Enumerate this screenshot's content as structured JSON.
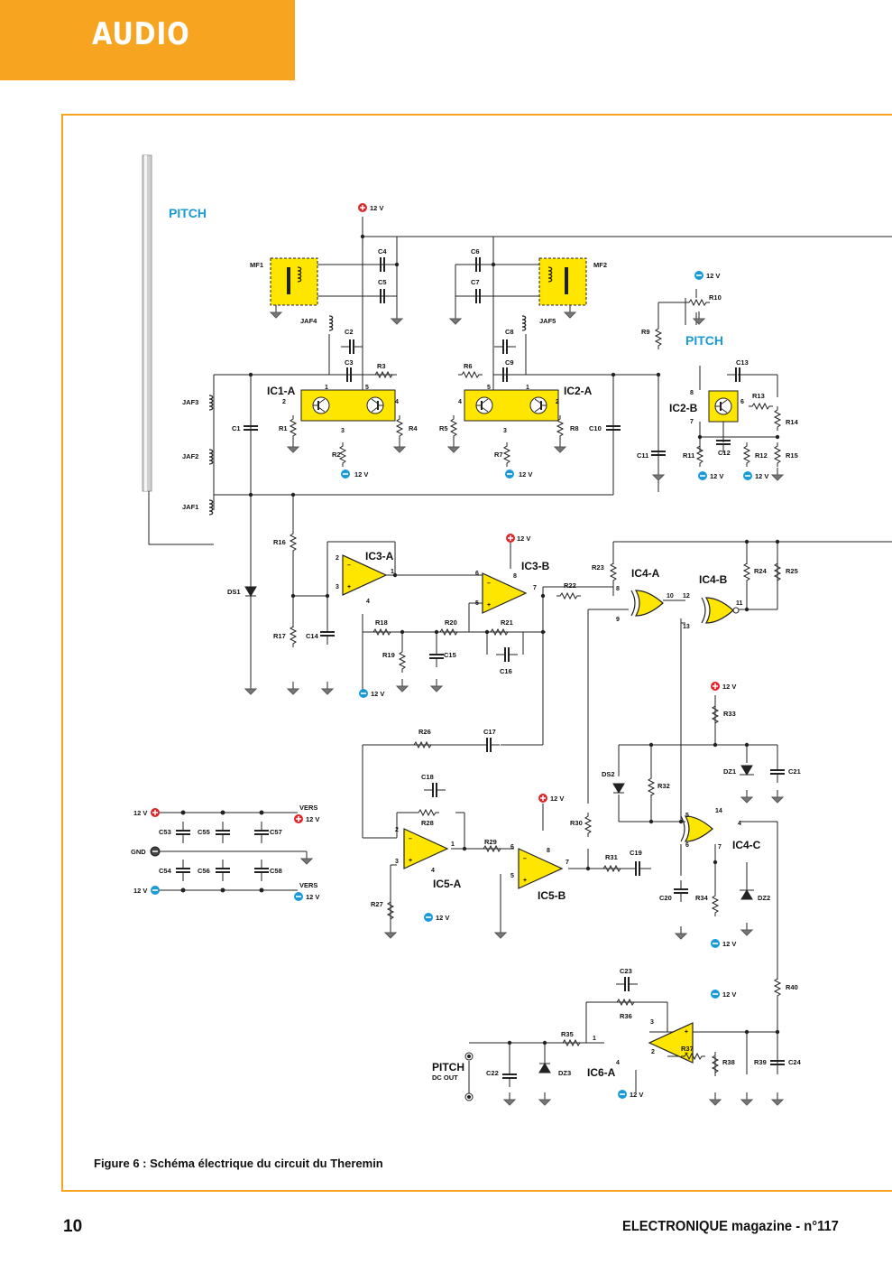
{
  "section": "AUDIO",
  "caption": "Figure 6 : Schéma électrique du circuit du Theremin",
  "page_number": "10",
  "magazine": "ELECTRONIQUE magazine - n°117",
  "colors": {
    "accent": "#f7a520",
    "ic_fill": "#ffe600",
    "blue_label": "#1a9ad6",
    "plus_rail": "#e0262a",
    "minus_rail": "#1a9ad6"
  },
  "labels": {
    "pitch": "PITCH",
    "v12": "12 V",
    "gnd": "GND",
    "vers": "VERS",
    "pitch_dc": "PITCH",
    "dc_out": "DC OUT",
    "ic1a": "IC1-A",
    "ic2a": "IC2-A",
    "ic2b": "IC2-B",
    "ic3a": "IC3-A",
    "ic3b": "IC3-B",
    "ic4a": "IC4-A",
    "ic4b": "IC4-B",
    "ic4c": "IC4-C",
    "ic5a": "IC5-A",
    "ic5b": "IC5-B",
    "ic6a": "IC6-A"
  },
  "components": {
    "mf1": "MF1",
    "mf2": "MF2",
    "jaf1": "JAF1",
    "jaf2": "JAF2",
    "jaf3": "JAF3",
    "jaf4": "JAF4",
    "jaf5": "JAF5",
    "c1": "C1",
    "c2": "C2",
    "c3": "C3",
    "c4": "C4",
    "c5": "C5",
    "c6": "C6",
    "c7": "C7",
    "c8": "C8",
    "c9": "C9",
    "c10": "C10",
    "c11": "C11",
    "c12": "C12",
    "c13": "C13",
    "c14": "C14",
    "c15": "C15",
    "c16": "C16",
    "c17": "C17",
    "c18": "C18",
    "c19": "C19",
    "c20": "C20",
    "c21": "C21",
    "c22": "C22",
    "c23": "C23",
    "c24": "C24",
    "c53": "C53",
    "c54": "C54",
    "c55": "C55",
    "c56": "C56",
    "c57": "C57",
    "c58": "C58",
    "r1": "R1",
    "r2": "R2",
    "r3": "R3",
    "r4": "R4",
    "r5": "R5",
    "r6": "R6",
    "r7": "R7",
    "r8": "R8",
    "r9": "R9",
    "r10": "R10",
    "r11": "R11",
    "r12": "R12",
    "r13": "R13",
    "r14": "R14",
    "r15": "R15",
    "r16": "R16",
    "r17": "R17",
    "r18": "R18",
    "r19": "R19",
    "r20": "R20",
    "r21": "R21",
    "r22": "R22",
    "r23": "R23",
    "r24": "R24",
    "r25": "R25",
    "r26": "R26",
    "r27": "R27",
    "r28": "R28",
    "r29": "R29",
    "r30": "R30",
    "r31": "R31",
    "r32": "R32",
    "r33": "R33",
    "r34": "R34",
    "r35": "R35",
    "r36": "R36",
    "r37": "R37",
    "r38": "R38",
    "r39": "R39",
    "r40": "R40",
    "ds1": "DS1",
    "ds2": "DS2",
    "dz1": "DZ1",
    "dz2": "DZ2",
    "dz3": "DZ3"
  },
  "pins": {
    "p1": "1",
    "p2": "2",
    "p3": "3",
    "p4": "4",
    "p5": "5",
    "p6": "6",
    "p7": "7",
    "p8": "8",
    "p9": "9",
    "p10": "10",
    "p11": "11",
    "p12": "12",
    "p13": "13",
    "p14": "14"
  }
}
